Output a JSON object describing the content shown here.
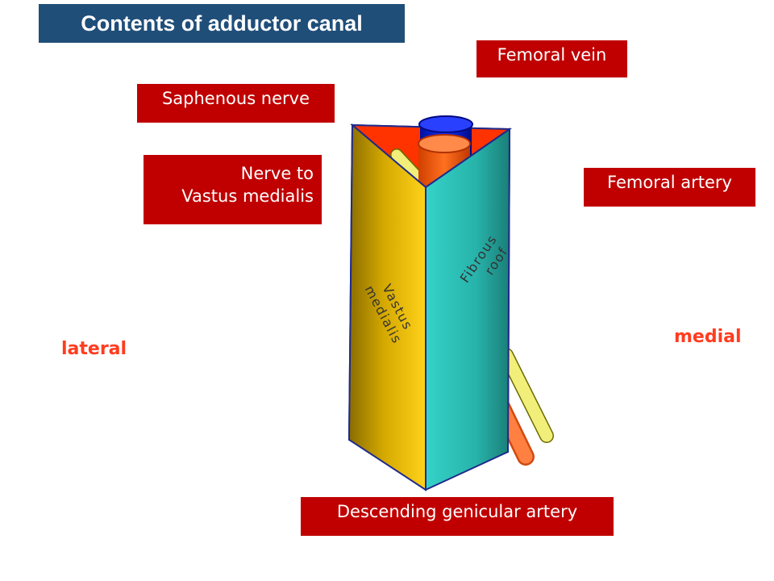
{
  "title": "Contents of adductor canal",
  "labels": {
    "femoral_vein": "Femoral vein",
    "saphenous_nerve": "Saphenous nerve",
    "nerve_to_vm_line1": "Nerve to",
    "nerve_to_vm_line2": "Vastus medialis",
    "femoral_artery": "Femoral artery",
    "descending_genicular_artery": "Descending genicular artery",
    "lateral": "lateral",
    "medial": "medial"
  },
  "faces": {
    "vastus_medialis_line1": "Vastus",
    "vastus_medialis_line2": "medialis",
    "fibrous_roof_line1": "Fibrous",
    "fibrous_roof_line2": "roof"
  },
  "colors": {
    "title_bg": "#1f4e79",
    "label_bg": "#c00000",
    "direction_text": "#ff3c1f",
    "vastus_face": "#f4c200",
    "roof_face": "#2fc4b8",
    "canal_floor": "#ff3300",
    "femoral_vein": "#0a1fd6",
    "femoral_artery": "#ff6a1a",
    "nerve": "#f2ee7a"
  }
}
